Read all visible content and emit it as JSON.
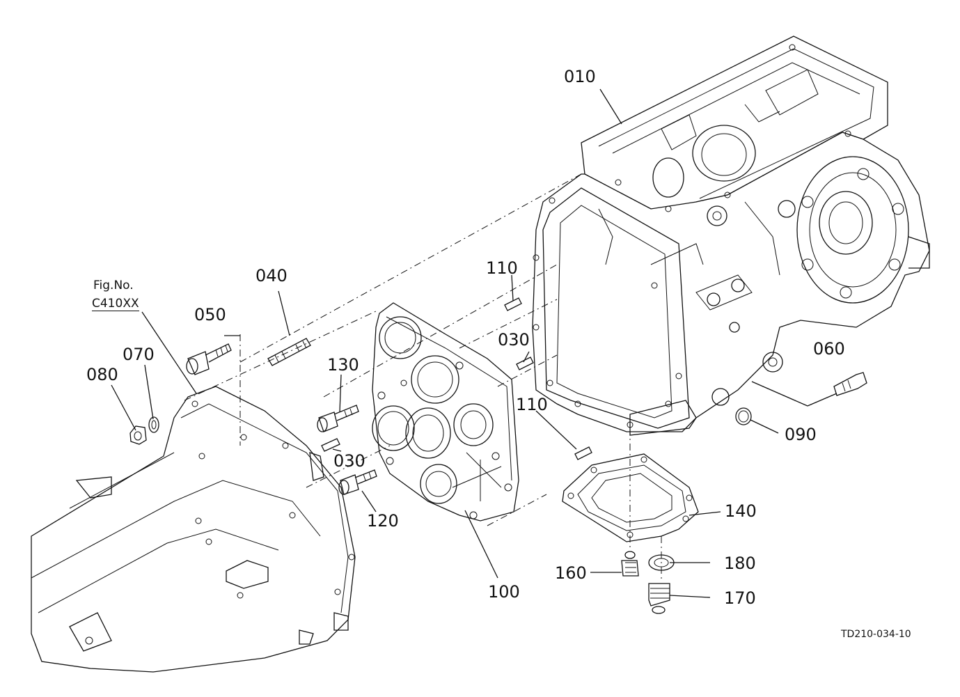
{
  "figure": {
    "fig_no_caption": "Fig.No.",
    "fig_no_ref": "C410XX",
    "drawing_code": "TD210-034-10"
  },
  "callouts": {
    "p010": "010",
    "p030a": "030",
    "p030b": "030",
    "p040": "040",
    "p050": "050",
    "p060": "060",
    "p070": "070",
    "p080": "080",
    "p090": "090",
    "p100": "100",
    "p110a": "110",
    "p110b": "110",
    "p120": "120",
    "p130": "130",
    "p140": "140",
    "p160": "160",
    "p170": "170",
    "p180": "180"
  }
}
